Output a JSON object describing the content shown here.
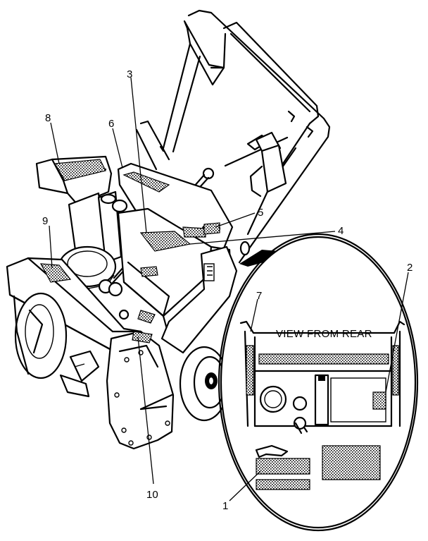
{
  "inset": {
    "title": "VIEW FROM REAR"
  },
  "callouts": [
    {
      "id": "1",
      "text": "1"
    },
    {
      "id": "2",
      "text": "2"
    },
    {
      "id": "3",
      "text": "3"
    },
    {
      "id": "4",
      "text": "4"
    },
    {
      "id": "5",
      "text": "5"
    },
    {
      "id": "6",
      "text": "6"
    },
    {
      "id": "7",
      "text": "7"
    },
    {
      "id": "8",
      "text": "8"
    },
    {
      "id": "9",
      "text": "9"
    },
    {
      "id": "10",
      "text": "10"
    }
  ],
  "colors": {
    "line": "#000000",
    "background": "#ffffff"
  }
}
